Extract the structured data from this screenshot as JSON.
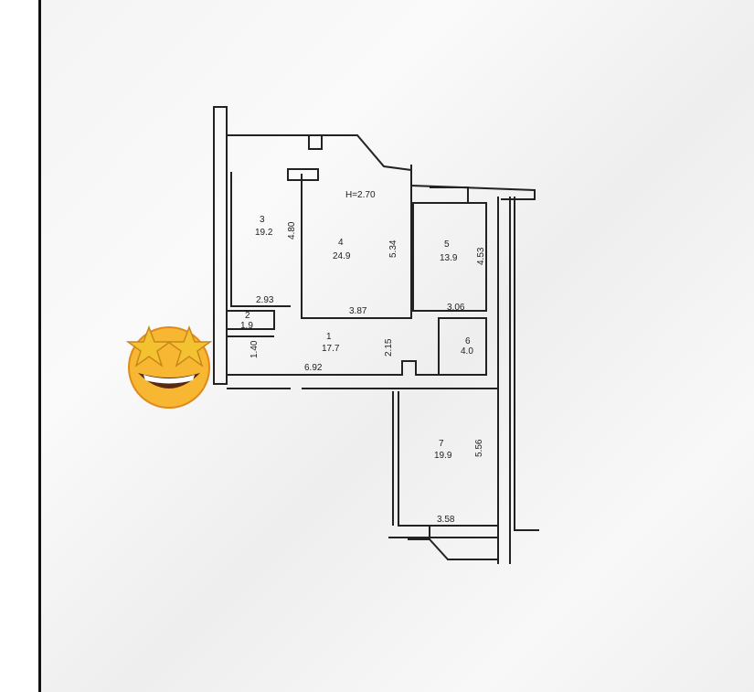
{
  "plan": {
    "ceiling_height": "H=2.70",
    "rooms": [
      {
        "number": "1",
        "area": "17.7"
      },
      {
        "number": "2",
        "area": "1.9"
      },
      {
        "number": "3",
        "area": "19.2"
      },
      {
        "number": "4",
        "area": "24.9"
      },
      {
        "number": "5",
        "area": "13.9"
      },
      {
        "number": "6",
        "area": "4.0"
      },
      {
        "number": "7",
        "area": "19.9"
      }
    ],
    "dimensions": [
      "4.80",
      "5.34",
      "4.53",
      "2.93",
      "3.87",
      "3.06",
      "1.40",
      "2.15",
      "6.92",
      "5.56",
      "3.58"
    ]
  },
  "sticker": {
    "icon": "star-struck-emoji"
  }
}
